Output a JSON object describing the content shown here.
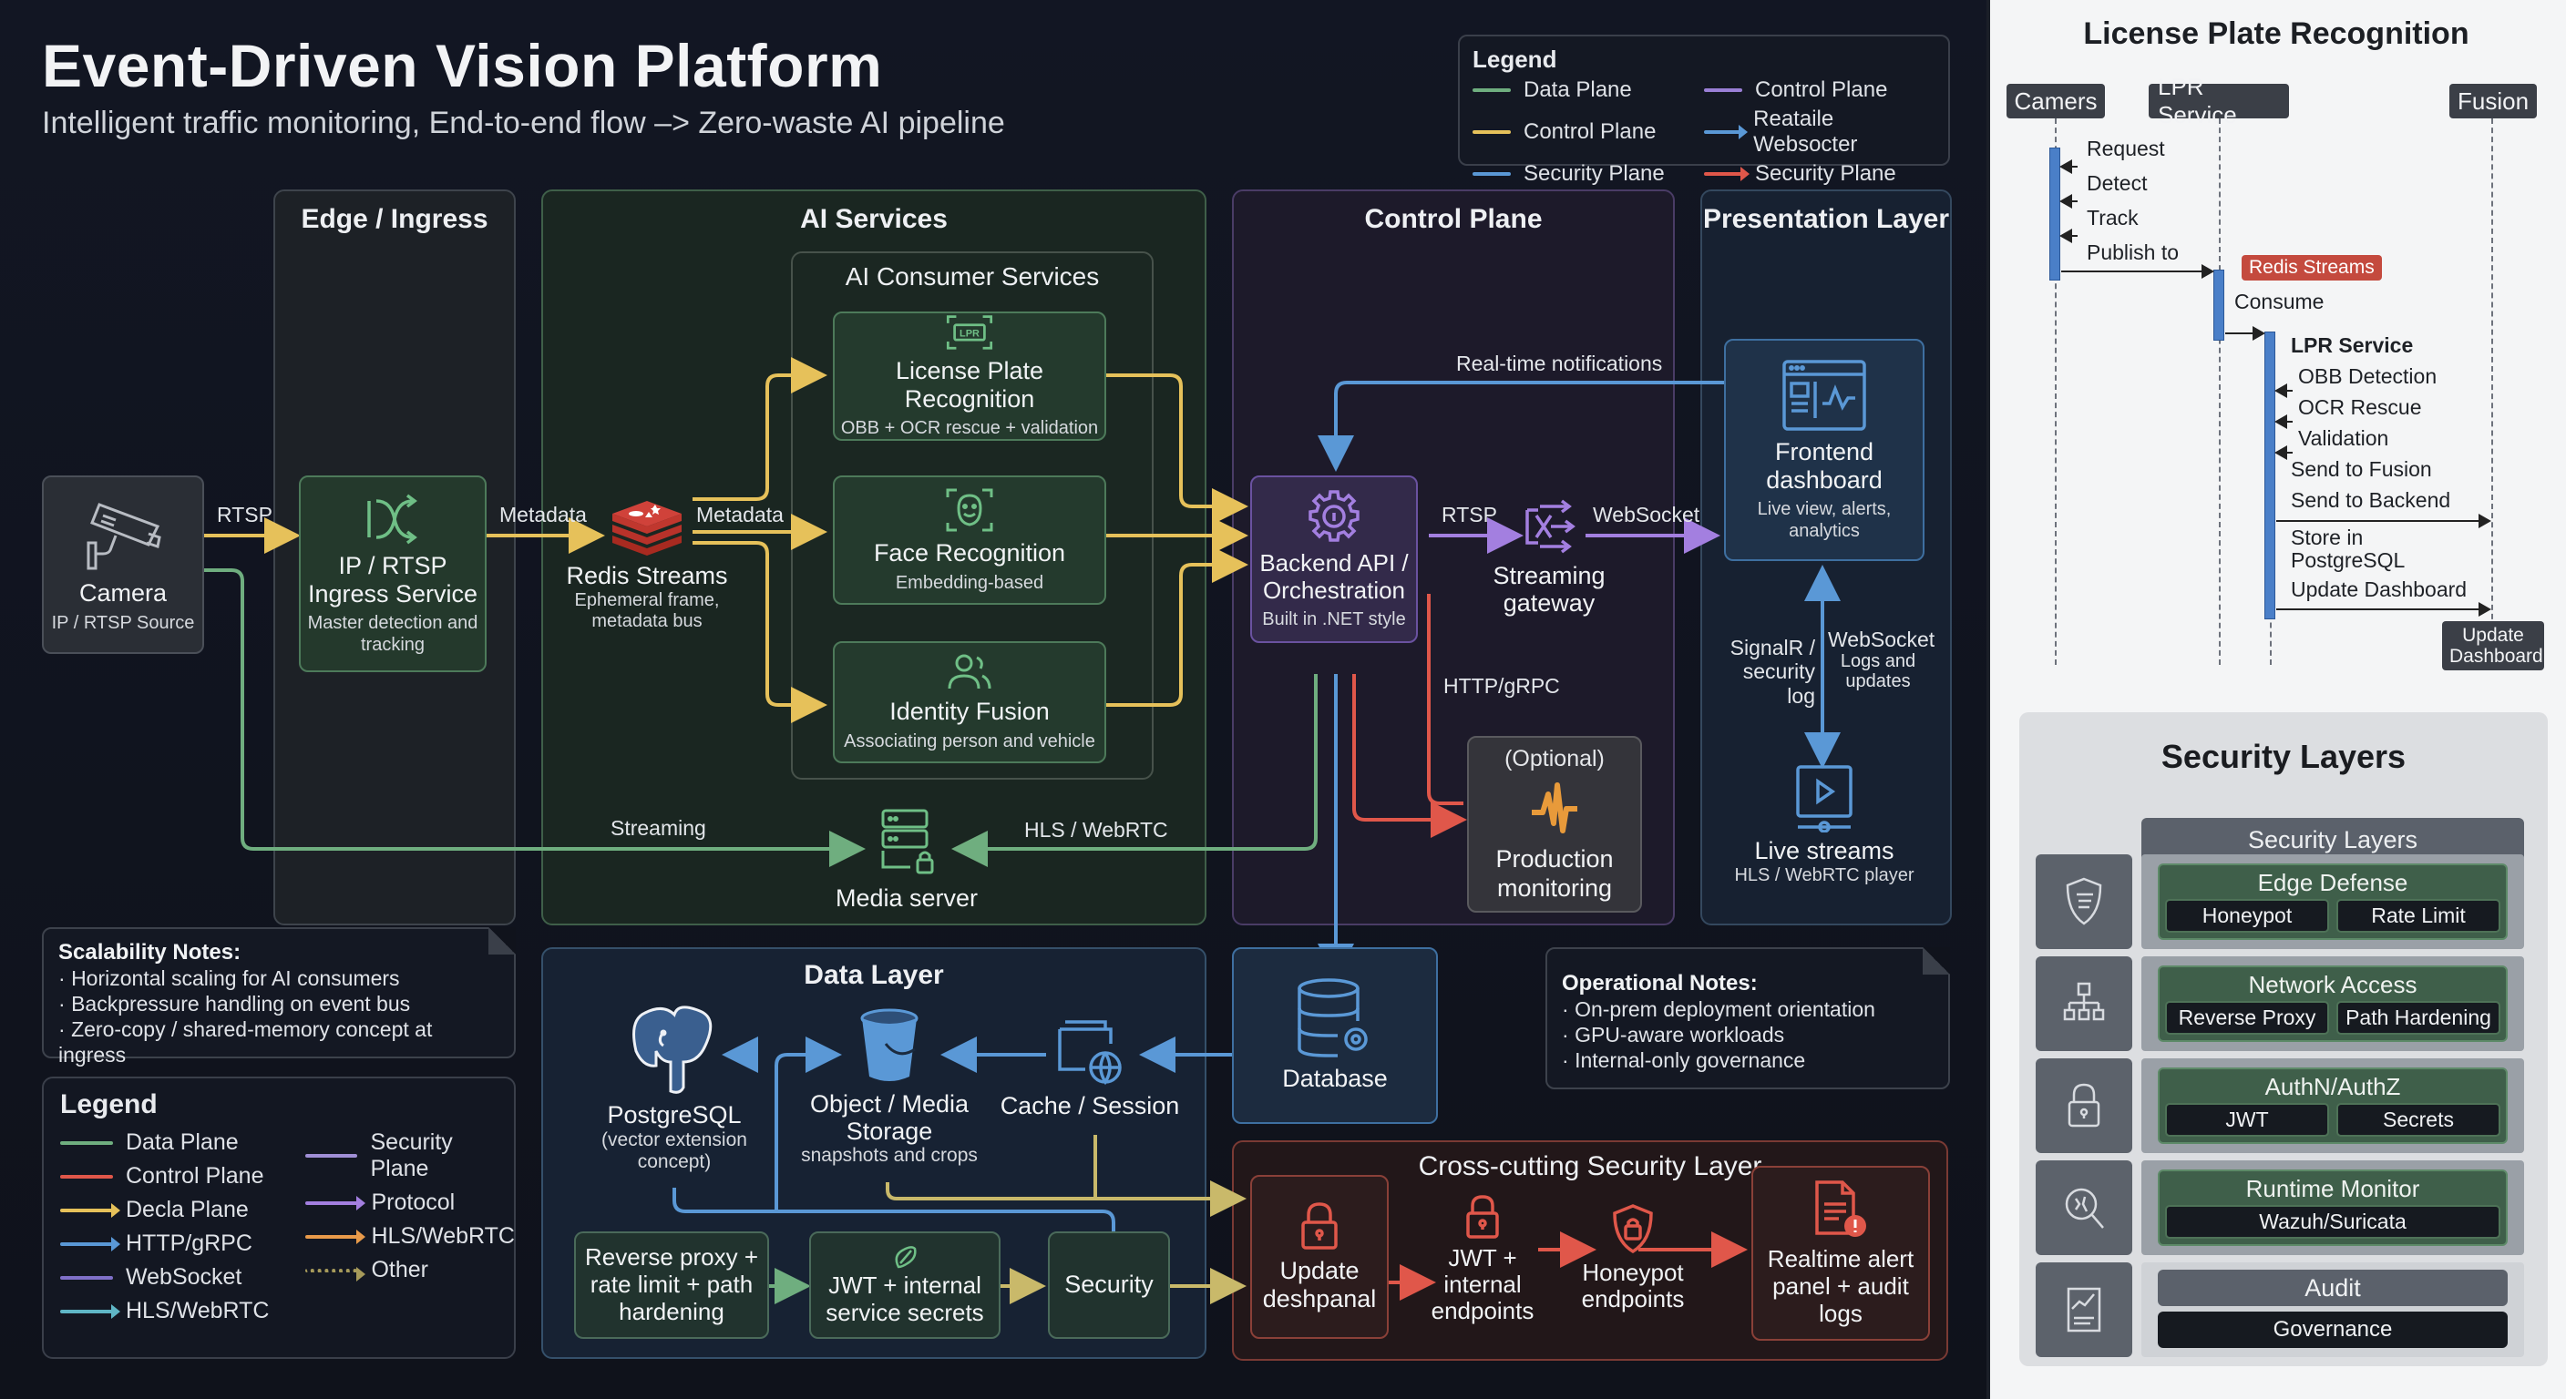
{
  "header": {
    "title": "Event-Driven Vision Platform",
    "subtitle": "Intelligent traffic monitoring, End-to-end flow –> Zero-waste AI pipeline"
  },
  "legend_top": {
    "title": "Legend",
    "items": [
      {
        "label": "Data Plane",
        "color": "#6fae7f",
        "style": "line"
      },
      {
        "label": "Control Plane",
        "color": "#9a7fd6",
        "style": "line"
      },
      {
        "label": "Control Plane",
        "color": "#e6c15a",
        "style": "line"
      },
      {
        "label": "Reataile Websocter",
        "color": "#5a98d6",
        "style": "arrow"
      },
      {
        "label": "Security Plane",
        "color": "#5a98d6",
        "style": "line"
      },
      {
        "label": "Security Plane",
        "color": "#e0574a",
        "style": "arrow"
      }
    ]
  },
  "layers": {
    "edge": "Edge / Ingress",
    "ai": "AI Services",
    "ai_consumers": "AI Consumer Services",
    "control": "Control Plane",
    "presentation": "Presentation Layer",
    "data": "Data Layer",
    "security": "Cross-cutting Security Layer"
  },
  "nodes": {
    "camera": {
      "title": "Camera",
      "sub": "IP / RTSP Source"
    },
    "ingress": {
      "title": "IP / RTSP Ingress Service",
      "sub": "Master detection and tracking"
    },
    "redis": {
      "title": "Redis Streams",
      "sub": "Ephemeral frame, metadata bus"
    },
    "lpr": {
      "title": "License Plate Recognition",
      "sub": "OBB + OCR rescue + validation",
      "icon_text": "LPR"
    },
    "face": {
      "title": "Face Recognition",
      "sub": "Embedding-based"
    },
    "fusion": {
      "title": "Identity Fusion",
      "sub": "Associating person and vehicle"
    },
    "media": {
      "title": "Media server"
    },
    "backend": {
      "title": "Backend API / Orchestration",
      "sub": "Built in .NET style"
    },
    "gateway": {
      "title": "Streaming gateway"
    },
    "monitoring": {
      "title": "Production monitoring",
      "tag": "(Optional)"
    },
    "frontend": {
      "title": "Frontend dashboard",
      "sub": "Live view, alerts, analytics"
    },
    "live": {
      "title": "Live streams",
      "sub": "HLS / WebRTC player"
    },
    "database": {
      "title": "Database"
    },
    "postgres": {
      "title": "PostgreSQL",
      "sub": "(vector extension concept)"
    },
    "object_storage": {
      "title": "Object / Media Storage",
      "sub": "snapshots and crops"
    },
    "cache": {
      "title": "Cache / Session"
    },
    "rev_proxy": {
      "title": "Reverse proxy + rate limit + path hardening"
    },
    "jwt_secrets": {
      "title": "JWT + internal service secrets"
    },
    "security_box": {
      "title": "Security"
    },
    "sec_update": {
      "title": "Update deshpanal"
    },
    "sec_jwt": {
      "title": "JWT + internal endpoints"
    },
    "sec_honeypot": {
      "title": "Honeypot endpoints"
    },
    "sec_alert": {
      "title": "Realtime alert panel + audit logs"
    }
  },
  "edge_labels": {
    "rtsp_cam": "RTSP",
    "metadata_1": "Metadata",
    "metadata_2": "Metadata",
    "streaming": "Streaming",
    "hls_webrtc": "HLS / WebRTC",
    "realtime_notifications": "Real-time notifications",
    "rtsp_backend": "RTSP",
    "websocket": "WebSocket",
    "http_grpc": "HTTP/gRPC",
    "signalr": "SignalR / security log",
    "ws_logs_title": "WebSocket",
    "ws_logs_sub": "Logs and updates"
  },
  "notes": {
    "scalability": {
      "title": "Scalability Notes:",
      "items": [
        "Horizontal scaling for AI consumers",
        "Backpressure handling on event bus",
        "Zero-copy / shared-memory concept at ingress"
      ]
    },
    "operational": {
      "title": "Operational Notes:",
      "items": [
        "On-prem deployment orientation",
        "GPU-aware workloads",
        "Internal-only governance"
      ]
    }
  },
  "legend_bottom": {
    "title": "Legend",
    "col1": [
      {
        "label": "Data Plane",
        "color": "#6fae7f",
        "style": "line"
      },
      {
        "label": "Control Plane",
        "color": "#e0574a",
        "style": "line"
      },
      {
        "label": "Decla Plane",
        "color": "#e6c15a",
        "style": "arrow"
      },
      {
        "label": "HTTP/gRPC",
        "color": "#5a98d6",
        "style": "arrow"
      },
      {
        "label": "WebSocket",
        "color": "#7f70c8",
        "style": "line"
      },
      {
        "label": "HLS/WebRTC",
        "color": "#5fb6c6",
        "style": "arrow"
      }
    ],
    "col2": [
      {
        "label": "Security Plane",
        "color": "#a08fd6",
        "style": "line"
      },
      {
        "label": "Protocol",
        "color": "#a37fe0",
        "style": "arrow"
      },
      {
        "label": "HLS/WebRTC",
        "color": "#e89a4a",
        "style": "arrow"
      },
      {
        "label": "Other",
        "color": "#a69a5a",
        "style": "dotted"
      }
    ]
  },
  "sequence": {
    "title": "License Plate Recognition",
    "actors": [
      "Camers",
      "LPR Service",
      "Fusion"
    ],
    "camera_steps": [
      "Request",
      "Detect",
      "Track",
      "Publish to"
    ],
    "redis_badge": "Redis Streams",
    "consume": "Consume",
    "lpr_title": "LPR Service",
    "lpr_steps": [
      "OBB Detection",
      "OCR Rescue",
      "Validation"
    ],
    "send_fusion": "Send to Fusion",
    "send_backend": "Send to Backend",
    "store": "Store in PostgreSQL",
    "update": "Update Dashboard",
    "update_badge": "Update Dashboard"
  },
  "security_layers": {
    "title": "Security Layers",
    "header": "Security Layers",
    "rows": [
      {
        "name": "Edge Defense",
        "icon": "shield-list-icon",
        "chips": [
          "Honeypot",
          "Rate Limit"
        ]
      },
      {
        "name": "Network Access",
        "icon": "network-icon",
        "chips": [
          "Reverse Proxy",
          "Path Hardening"
        ]
      },
      {
        "name": "AuthN/AuthZ",
        "icon": "lock-icon",
        "chips": [
          "JWT",
          "Secrets"
        ]
      },
      {
        "name": "Runtime Monitor",
        "icon": "magnifier-icon",
        "chips": [
          "Wazuh/Suricata"
        ]
      },
      {
        "name": "Audit",
        "icon": "report-icon",
        "chips": [
          "Governance"
        ]
      }
    ]
  },
  "colors": {
    "data_plane": "#6fae7f",
    "control_yellow": "#e6c15a",
    "http_blue": "#5a98d6",
    "protocol_purple": "#a37fe0",
    "security_red": "#e0574a",
    "monitor_orange": "#e89a3a",
    "redis_red": "#c0392b"
  }
}
